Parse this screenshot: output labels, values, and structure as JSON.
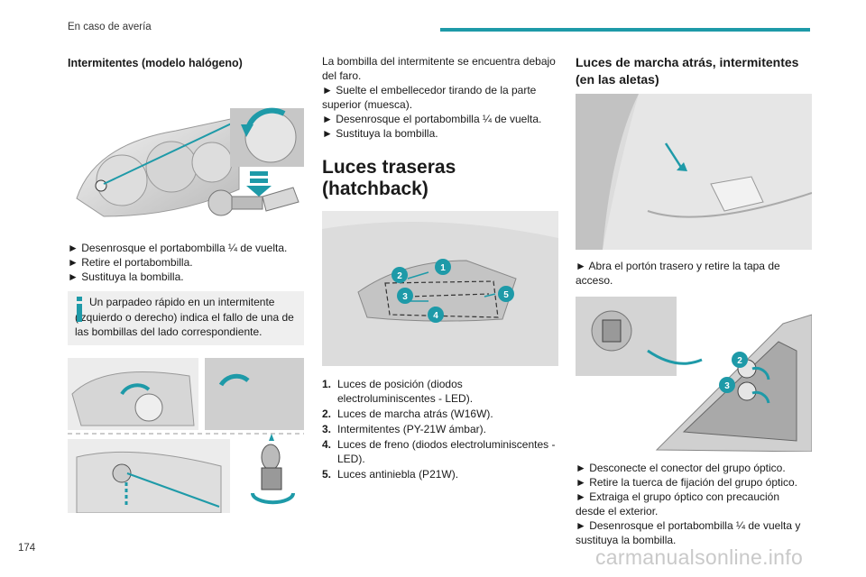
{
  "header": {
    "section": "En caso de avería",
    "accent": "#1e9aa8"
  },
  "page_number": "174",
  "watermark": "carmanualsonline.info",
  "col1": {
    "heading": "Intermitentes (modelo halógeno)",
    "steps": [
      "► Desenrosque el portabombilla ¼ de vuelta.",
      "► Retire el portabombilla.",
      "► Sustituya la bombilla."
    ],
    "note": "Un parpadeo rápido en un intermitente (izquierdo o derecho) indica el fallo de una de las bombillas del lado correspondiente."
  },
  "col2": {
    "intro_steps": [
      "La bombilla del intermitente se encuentra debajo del faro.",
      "► Suelte el embellecedor tirando de la parte superior (muesca).",
      "► Desenrosque el portabombilla ¼ de vuelta.",
      "► Sustituya la bombilla."
    ],
    "heading": "Luces traseras (hatchback)",
    "callouts": [
      "1",
      "2",
      "3",
      "4",
      "5"
    ],
    "list": [
      {
        "num": "1.",
        "text": "Luces de posición (diodos electroluminiscentes - LED)."
      },
      {
        "num": "2.",
        "text": "Luces de marcha atrás (W16W)."
      },
      {
        "num": "3.",
        "text": "Intermitentes (PY-21W ámbar)."
      },
      {
        "num": "4.",
        "text": "Luces de freno (diodos electroluminiscentes - LED)."
      },
      {
        "num": "5.",
        "text": "Luces antiniebla (P21W)."
      }
    ]
  },
  "col3": {
    "heading": "Luces de marcha atrás, intermitentes (en las aletas)",
    "step_a": "► Abra el portón trasero y retire la tapa de acceso.",
    "callouts": [
      "2",
      "3"
    ],
    "steps_b": [
      "► Desconecte el conector del grupo óptico.",
      "► Retire la tuerca de fijación del grupo óptico.",
      "► Extraiga el grupo óptico con precaución desde el exterior.",
      "► Desenrosque el portabombilla ¼ de vuelta y sustituya la bombilla."
    ]
  }
}
